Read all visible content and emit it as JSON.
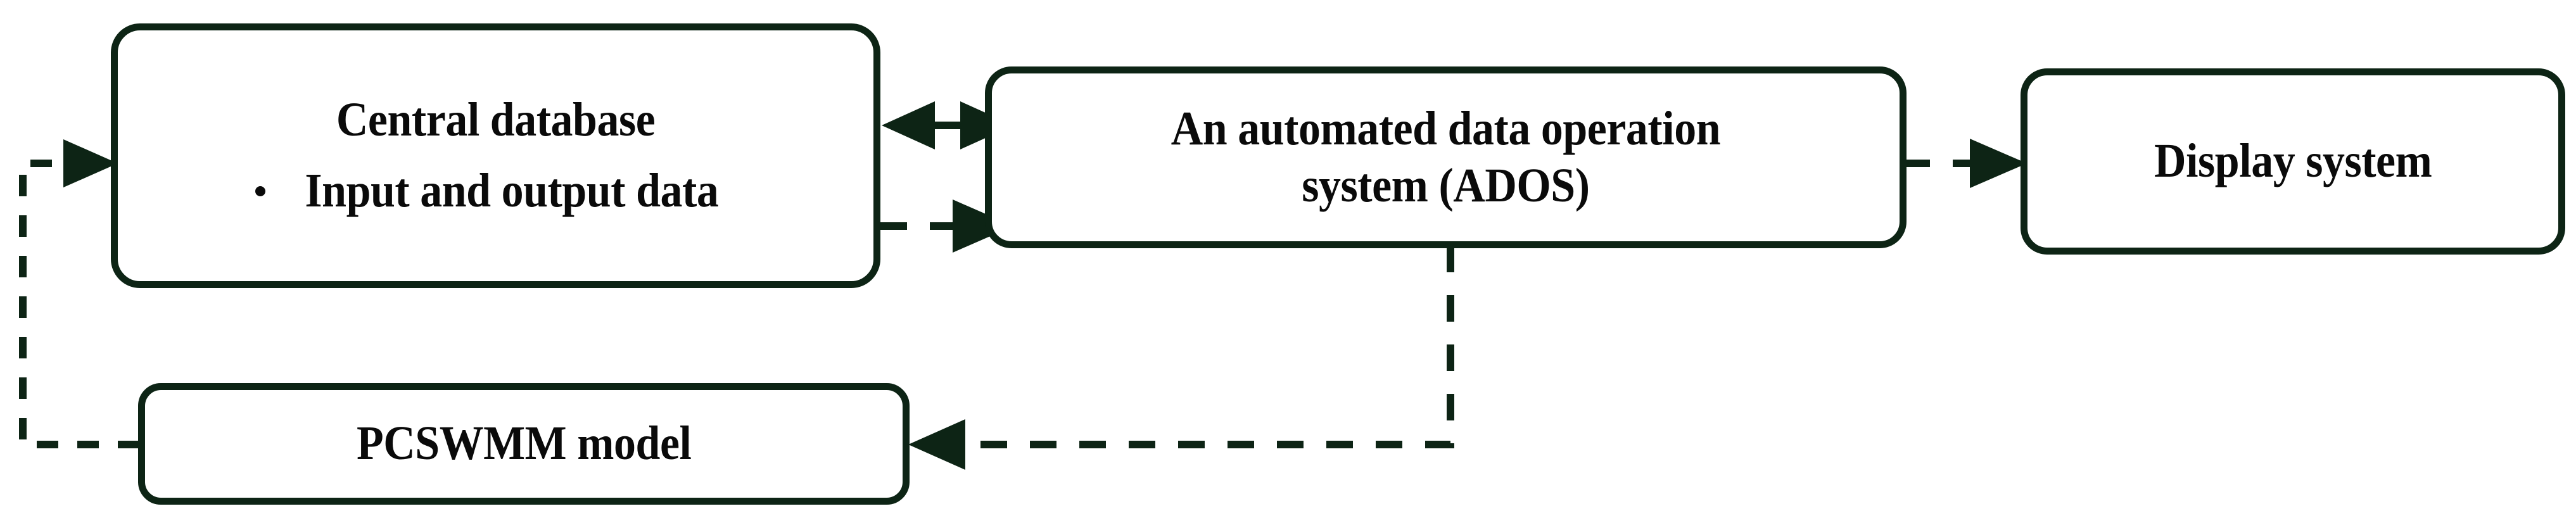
{
  "diagram": {
    "title": "Central database / ADOS system architecture flow diagram",
    "colors": {
      "node_border": "#0d2415",
      "node_fill": "#ffffff",
      "connector": "#0d2415",
      "text": "#0a0a0a",
      "background": "#ffffff"
    },
    "nodes": [
      {
        "id": "central-database",
        "title": "Central database",
        "bullet": "Input and output data",
        "bullet_marker": "bullet-dot"
      },
      {
        "id": "ados",
        "title": "An automated data operation\nsystem (ADOS)"
      },
      {
        "id": "display-system",
        "title": "Display system"
      },
      {
        "id": "pcswmm",
        "title": "PCSWMM model"
      }
    ],
    "connectors": [
      {
        "id": "central-database-to-ados-bidirectional",
        "from": "central-database",
        "to": "ados",
        "style": "solid",
        "arrows": "both"
      },
      {
        "id": "central-database-to-ados-dashed",
        "from": "central-database",
        "to": "ados",
        "style": "dashed",
        "arrows": "end"
      },
      {
        "id": "ados-to-display-system",
        "from": "ados",
        "to": "display-system",
        "style": "dashed",
        "arrows": "end"
      },
      {
        "id": "ados-to-pcswmm",
        "from": "ados",
        "to": "pcswmm",
        "style": "dashed",
        "arrows": "end"
      },
      {
        "id": "pcswmm-to-central-database",
        "from": "pcswmm",
        "to": "central-database",
        "style": "dashed",
        "arrows": "end"
      }
    ]
  }
}
